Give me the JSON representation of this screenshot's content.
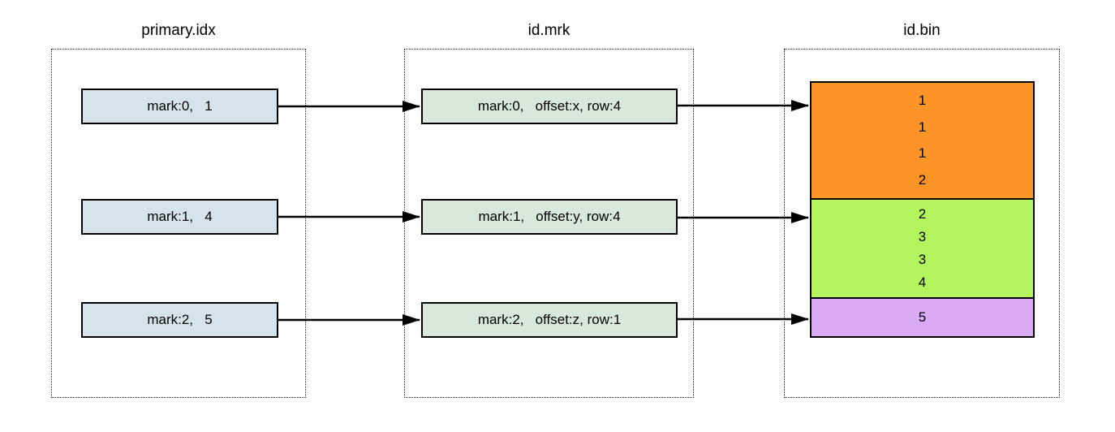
{
  "diagram": {
    "primary_idx": {
      "title": "primary.idx",
      "fill": "#d6e3eb",
      "entries": [
        "mark:0,   1",
        "mark:1,   4",
        "mark:2,   5"
      ]
    },
    "id_mrk": {
      "title": "id.mrk",
      "fill": "#d8e8db",
      "entries": [
        "mark:0,   offset:x, row:4",
        "mark:1,   offset:y, row:4",
        "mark:2,   offset:z, row:1"
      ]
    },
    "id_bin": {
      "title": "id.bin",
      "blocks": [
        {
          "color": "#fc9428",
          "values": [
            "1",
            "1",
            "1",
            "2"
          ]
        },
        {
          "color": "#b4f45e",
          "values": [
            "2",
            "3",
            "3",
            "4"
          ]
        },
        {
          "color": "#dbaaf5",
          "values": [
            "5"
          ]
        }
      ]
    },
    "arrow_color": "#000000"
  }
}
